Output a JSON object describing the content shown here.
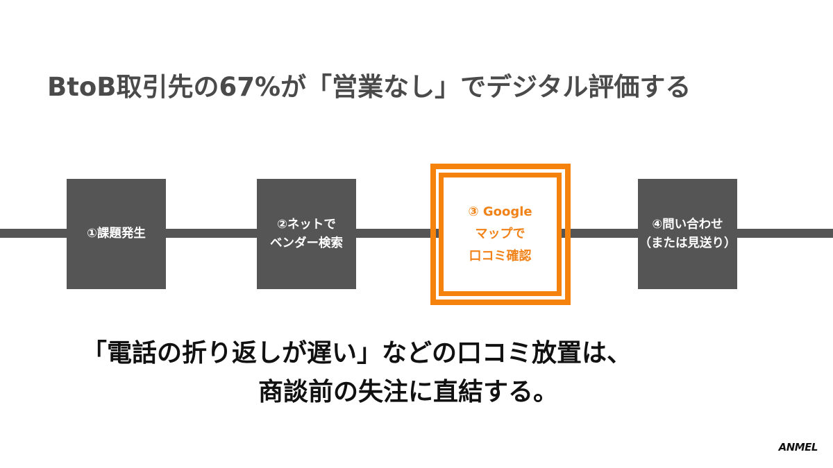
{
  "slide": {
    "title": "BtoB取引先の67%が「営業なし」でデジタル評価する",
    "steps": [
      {
        "number": "①",
        "lines": [
          "①課題発生"
        ]
      },
      {
        "number": "②",
        "lines": [
          "②ネットで",
          "ベンダー検索"
        ]
      },
      {
        "number": "③",
        "lines": [
          "③ Google",
          "マップで",
          "口コミ確認"
        ],
        "highlighted": true
      },
      {
        "number": "④",
        "lines": [
          "④問い合わせ",
          "（または見送り）"
        ]
      }
    ],
    "message": {
      "line1": "「電話の折り返しが遅い」などの口コミ放置は、",
      "line2": "商談前の失注に直結する。"
    },
    "logo": "ANMEL",
    "colors": {
      "step_fill": "#555555",
      "timeline": "#555555",
      "highlight": "#f5820d",
      "highlight_text": "#f08218",
      "title_text": "#4a4a4a",
      "message_text": "#111111"
    }
  }
}
